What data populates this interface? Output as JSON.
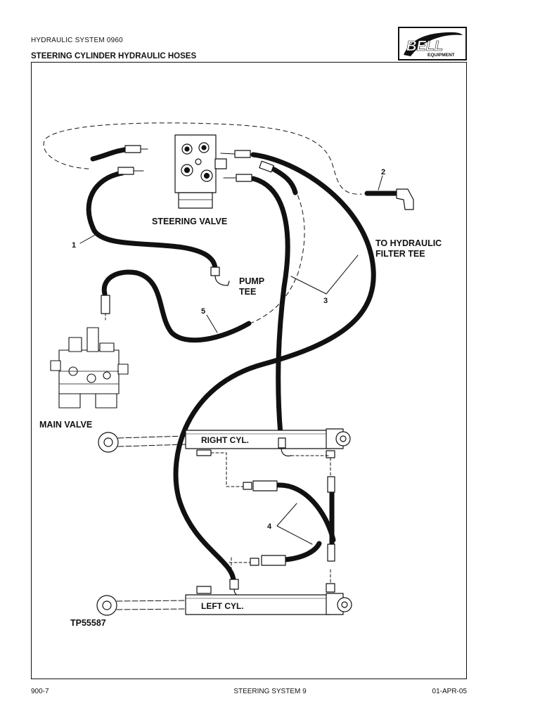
{
  "header": {
    "system": "HYDRAULIC SYSTEM 0960",
    "title": "STEERING CYLINDER HYDRAULIC HOSES"
  },
  "logo": {
    "brand": "BELL",
    "sub": "EQUIPMENT"
  },
  "diagram": {
    "labels": {
      "steering_valve": "STEERING VALVE",
      "to_hydraulic_line1": "TO HYDRAULIC",
      "to_hydraulic_line2": "FILTER TEE",
      "pump_line1": "PUMP",
      "pump_line2": "TEE",
      "main_valve": "MAIN VALVE",
      "right_cyl": "RIGHT CYL.",
      "left_cyl": "LEFT CYL.",
      "drawing_ref": "TP55587"
    },
    "callouts": [
      "1",
      "2",
      "3",
      "4",
      "5"
    ]
  },
  "footer": {
    "left": "900-7",
    "center": "STEERING SYSTEM 9",
    "right": "01-APR-05"
  },
  "colors": {
    "ink": "#111111",
    "paper": "#ffffff"
  }
}
